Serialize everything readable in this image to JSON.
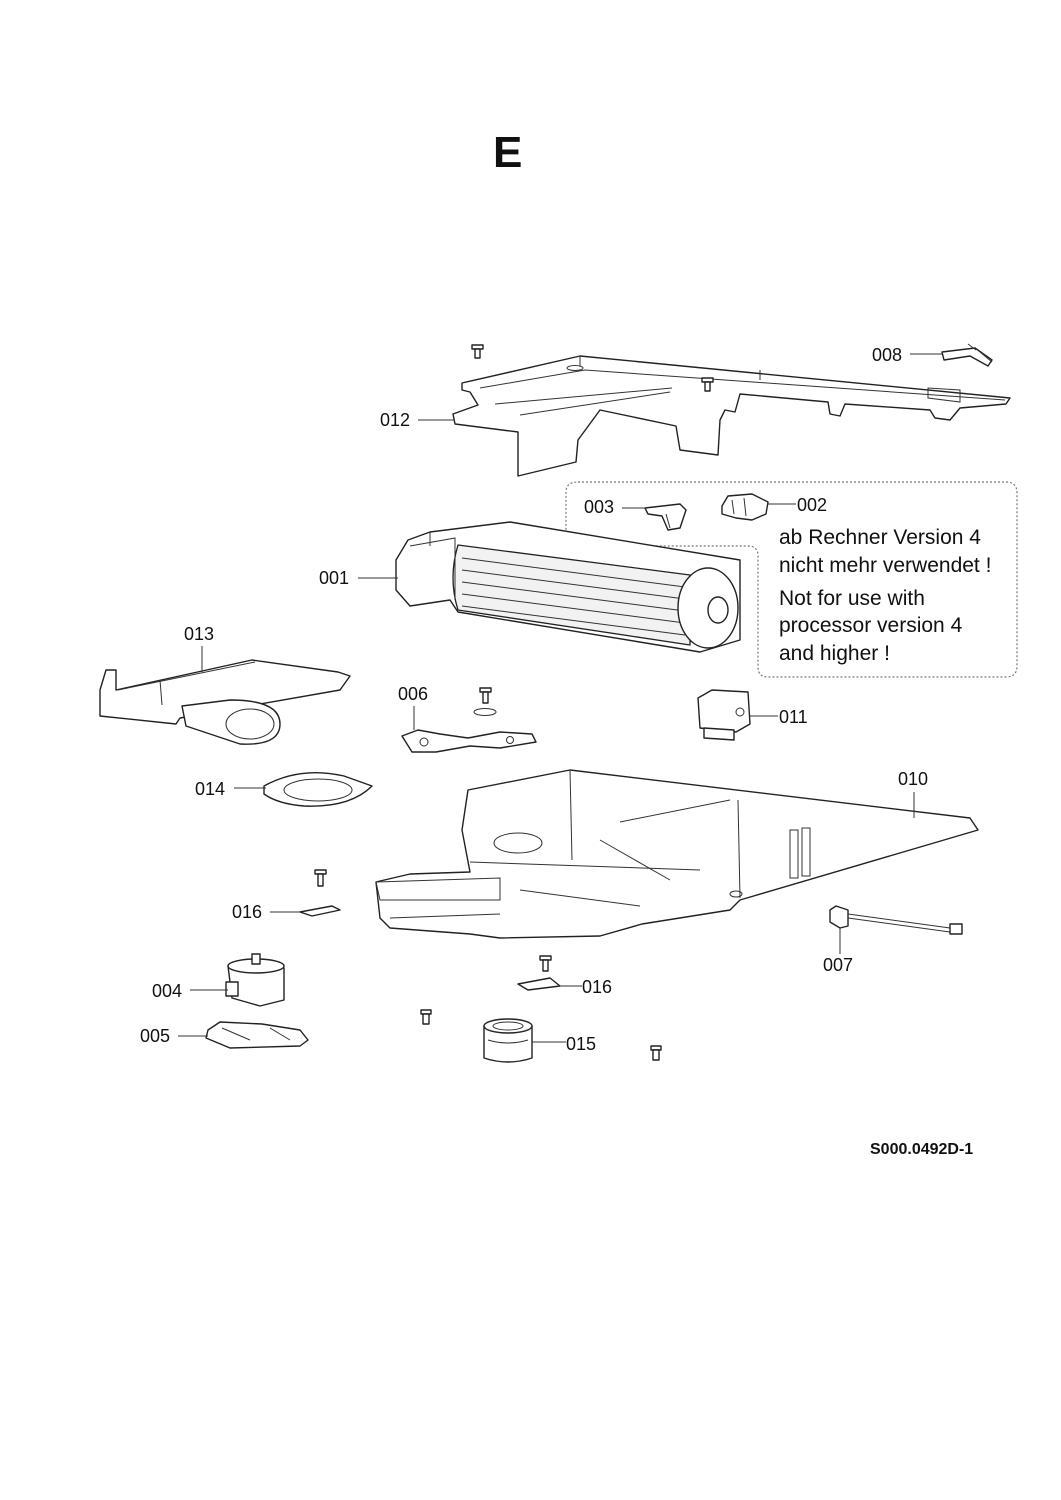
{
  "sheet_letter": "E",
  "document_ref": "S000.0492D-1",
  "note": {
    "line_1": "ab Rechner Version 4",
    "line_2": "nicht mehr verwendet !",
    "line_3": "Not for use with",
    "line_4": "processor version 4",
    "line_5": "and higher !"
  },
  "labels": {
    "p001": "001",
    "p002": "002",
    "p003": "003",
    "p004": "004",
    "p005": "005",
    "p006": "006",
    "p007": "007",
    "p008": "008",
    "p010": "010",
    "p011": "011",
    "p012": "012",
    "p013": "013",
    "p014": "014",
    "p015": "015",
    "p016a": "016",
    "p016b": "016"
  }
}
